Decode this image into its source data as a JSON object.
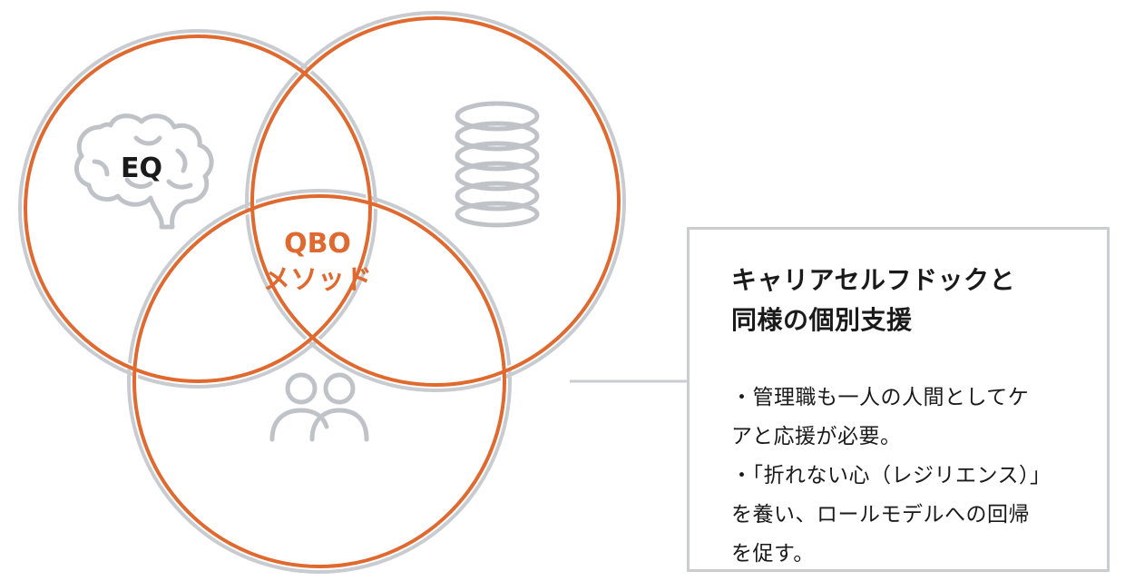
{
  "colors": {
    "circle_outline": "#e0692f",
    "outer_rim": "#c8ccd0",
    "icon": "#bfc3c7",
    "center_label": "#e0692f",
    "text": "#1a1a1a",
    "callout_border": "#c9ccd0"
  },
  "venn": {
    "left_circle": {
      "label": "EQ",
      "icon": "brain-icon"
    },
    "right_circle": {
      "icon": "spring-icon"
    },
    "bottom_circle": {
      "icon": "people-icon"
    },
    "center": {
      "label_line1": "QBO",
      "label_line2": "メソッド"
    }
  },
  "callout": {
    "heading_line1": "キャリアセルフドックと",
    "heading_line2": "同様の個別支援",
    "bullets": [
      {
        "line1": "・管理職も一人の人間としてケ",
        "line2": "アと応援が必要。"
      },
      {
        "line1": "・「折れない心（レジリエンス）」",
        "line2": "を養い、ロールモデルへの回帰",
        "line3": "を促す。"
      }
    ]
  }
}
